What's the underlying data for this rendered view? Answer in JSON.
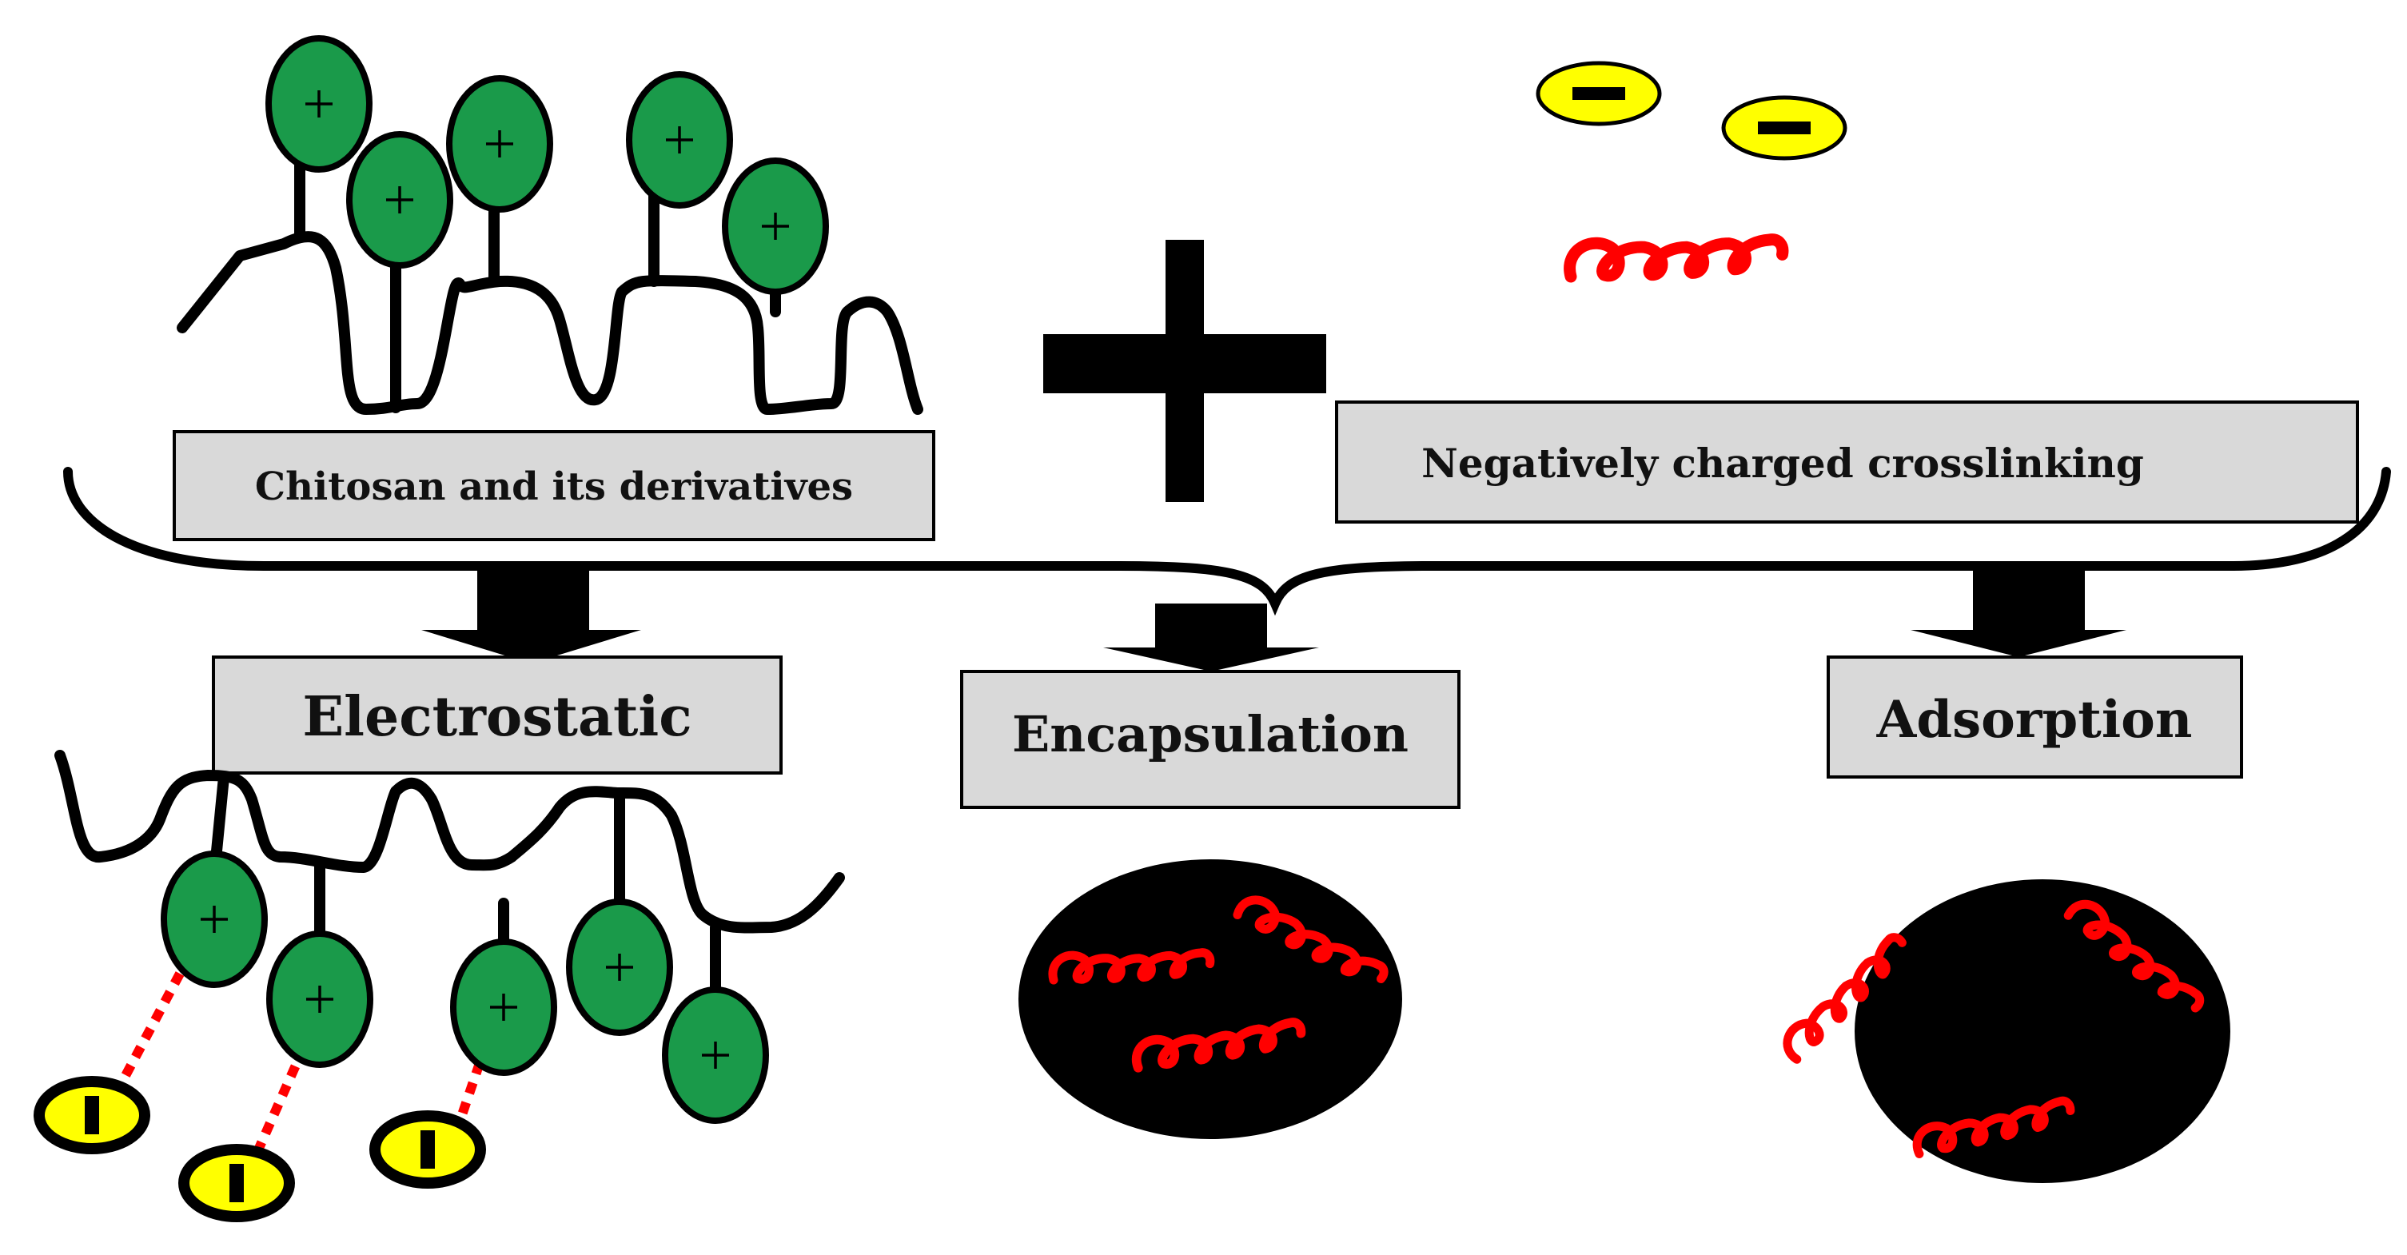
{
  "labels": {
    "chitosan": "Chitosan and its derivatives",
    "crosslinker": "Negatively charged crosslinking",
    "electrostatic": "Electrostatic",
    "encapsulation": "Encapsulation",
    "adsorption": "Adsorption"
  },
  "symbols": {
    "positive": "+",
    "combine": "plus-icon"
  },
  "colors": {
    "positive_charge": "#1a9a4a",
    "negative_charge": "#ffff00",
    "drug_coil": "#ff0000",
    "nanoparticle": "#000000",
    "label_box": "#d9d9d9"
  }
}
